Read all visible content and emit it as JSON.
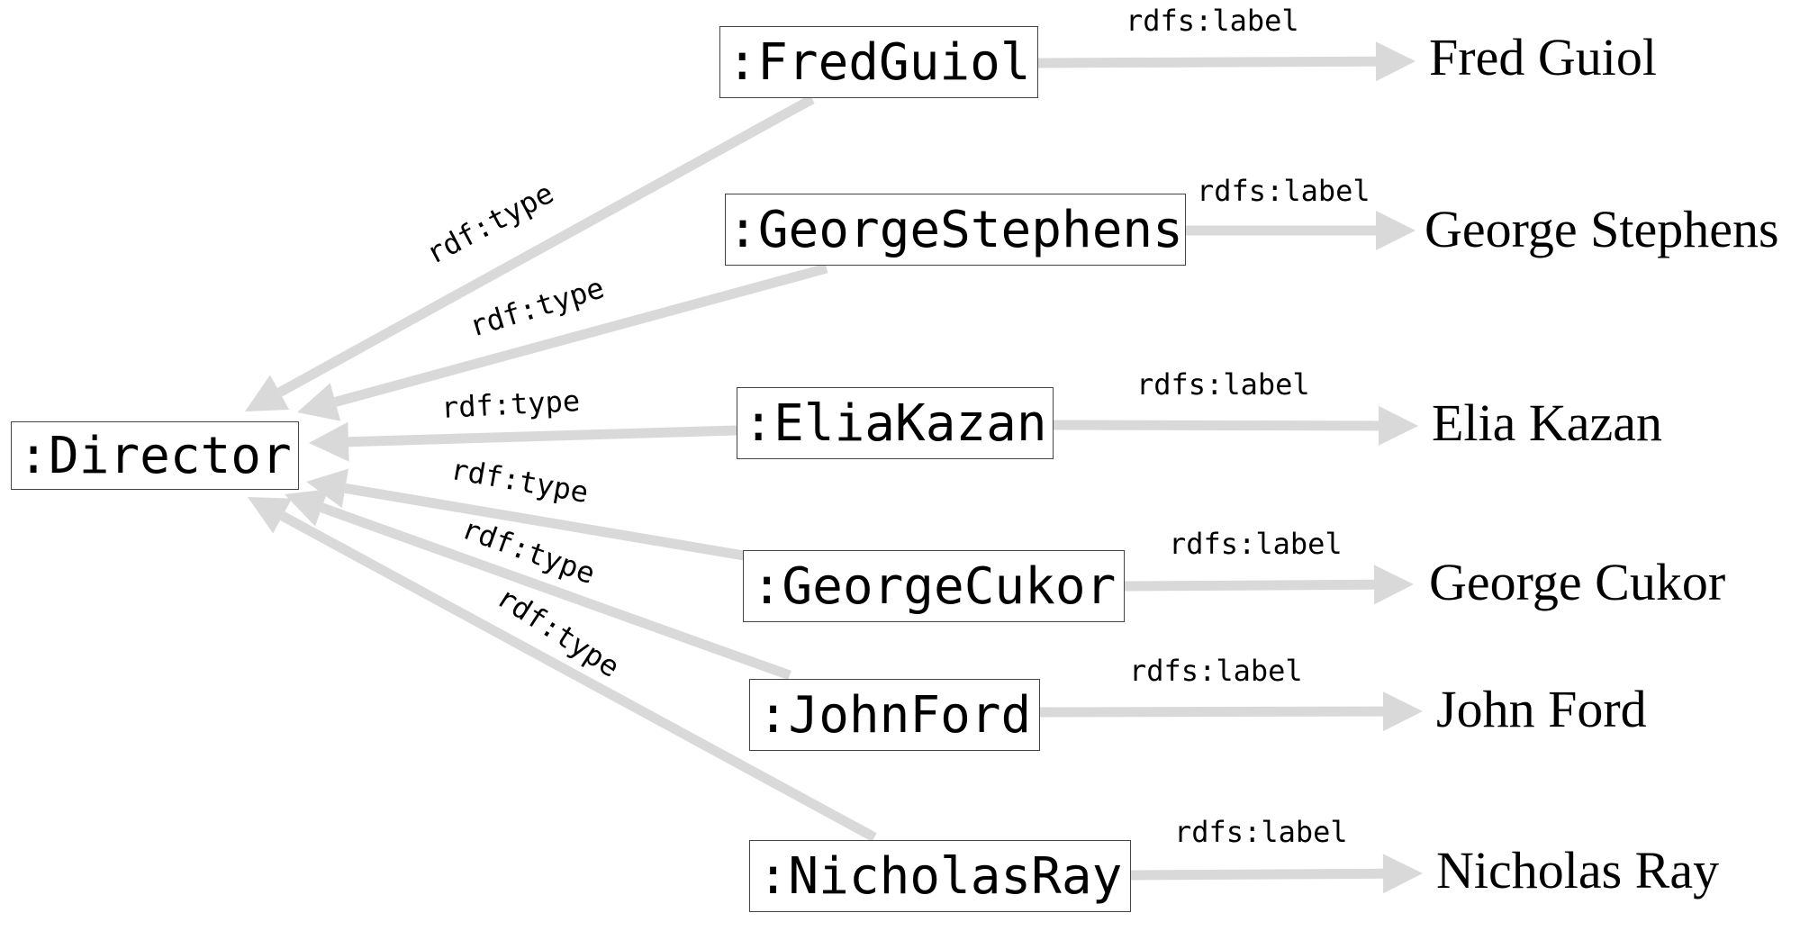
{
  "class_node": {
    "label": ":Director"
  },
  "edge_colors": {
    "arrow": "#d9d9d9",
    "node_border": "#444444"
  },
  "directors": [
    {
      "id": ":FredGuiol",
      "name": "Fred Guiol",
      "type_label": "rdf:type",
      "label_edge": "rdfs:label"
    },
    {
      "id": ":GeorgeStephens",
      "name": "George Stephens",
      "type_label": "rdf:type",
      "label_edge": "rdfs:label"
    },
    {
      "id": ":EliaKazan",
      "name": "Elia Kazan",
      "type_label": "rdf:type",
      "label_edge": "rdfs:label"
    },
    {
      "id": ":GeorgeCukor",
      "name": "George Cukor",
      "type_label": "rdf:type",
      "label_edge": "rdfs:label"
    },
    {
      "id": ":JohnFord",
      "name": "John Ford",
      "type_label": "rdf:type",
      "label_edge": "rdfs:label"
    },
    {
      "id": ":NicholasRay",
      "name": "Nicholas Ray",
      "type_label": "rdf:type",
      "label_edge": "rdfs:label"
    }
  ]
}
